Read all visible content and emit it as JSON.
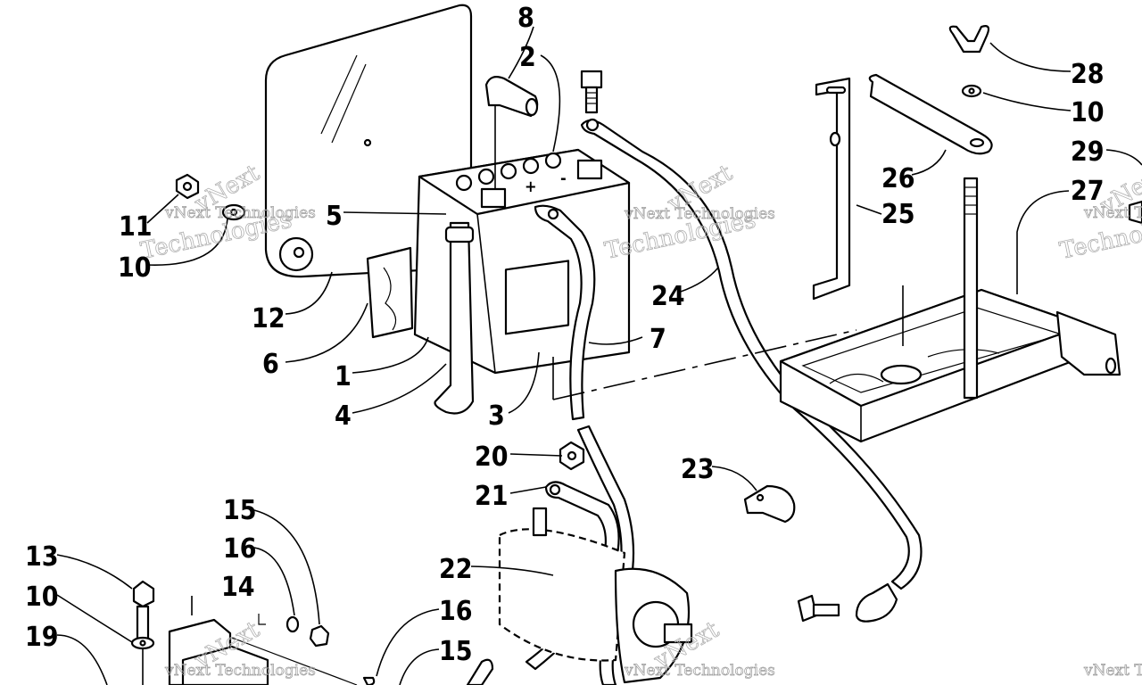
{
  "labels": {
    "l1": "1",
    "l2": "2",
    "l3": "3",
    "l4": "4",
    "l5": "5",
    "l6": "6",
    "l7": "7",
    "l8": "8",
    "l10a": "10",
    "l10b": "10",
    "l10c": "10",
    "l11": "11",
    "l12": "12",
    "l13": "13",
    "l14": "14",
    "l15a": "15",
    "l15b": "15",
    "l16a": "16",
    "l16b": "16",
    "l19": "19",
    "l20": "20",
    "l21": "21",
    "l22": "22",
    "l23": "23",
    "l24": "24",
    "l25": "25",
    "l26": "26",
    "l27": "27",
    "l28": "28",
    "l29": "29"
  },
  "watermark": {
    "brand_small": "vNext Technologies",
    "brand_big": "vNext",
    "brand_big2": "Technologies"
  }
}
